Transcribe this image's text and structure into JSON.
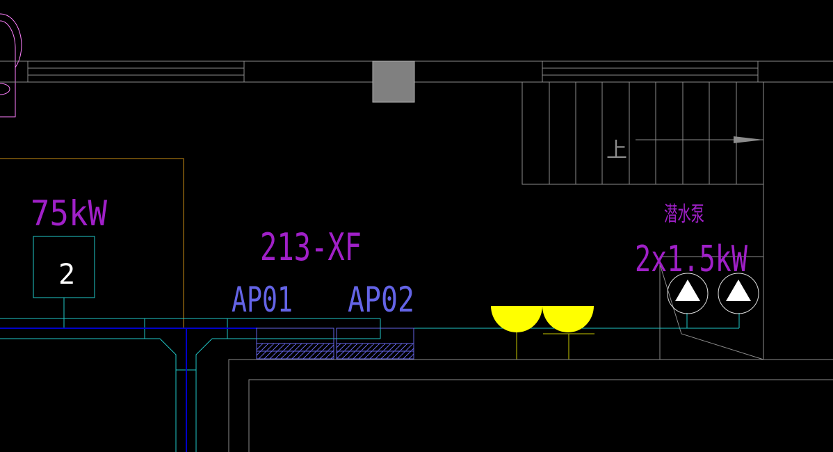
{
  "drawing": {
    "labels": {
      "load_power": "75kW",
      "panel_number": "2",
      "room_code": "213-XF",
      "panel_ap01": "AP01",
      "panel_ap02": "AP02",
      "pump_name": "潜水泵",
      "pump_power": "2x1.5kW",
      "stair_direction": "上"
    },
    "colors": {
      "background": "#000000",
      "wall": "#8c8c8c",
      "text_magenta": "#a020c8",
      "text_blue": "#6464e6",
      "cyan": "#20c8c8",
      "lamp": "#ffff00",
      "boundary": "#c88c14",
      "pink": "#ff80ff"
    }
  }
}
